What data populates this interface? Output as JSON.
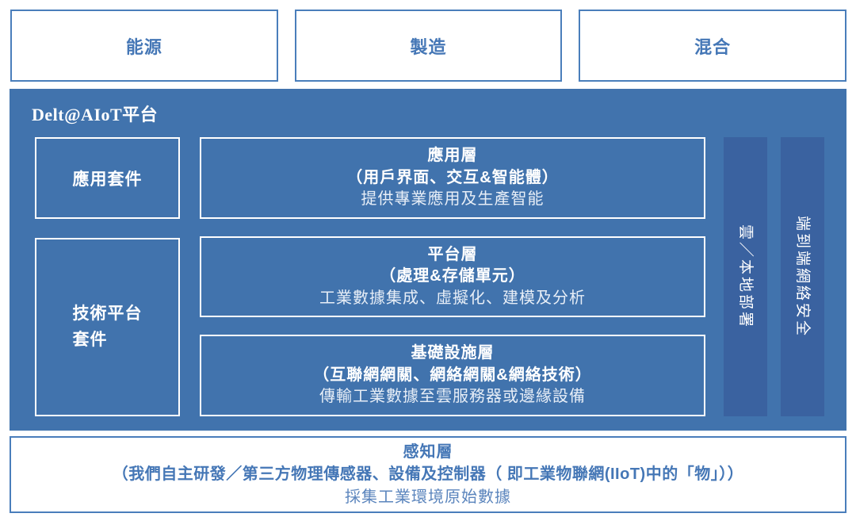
{
  "colors": {
    "platform_background": "#4173ad",
    "side_bar_background": "#3a62a0",
    "outline_blue": "#4a7ebb",
    "text_blue": "#4577b6",
    "white": "#ffffff"
  },
  "top_row": [
    {
      "label": "能源"
    },
    {
      "label": "製造"
    },
    {
      "label": "混合"
    }
  ],
  "platform": {
    "title": "Delt@AIoT平台",
    "suites": [
      {
        "label": "應用套件"
      },
      {
        "label_line1": "技術平台",
        "label_line2": "套件"
      }
    ],
    "layers": [
      {
        "title": "應用層",
        "subtitle": "（用戶界面、交互&智能體）",
        "desc": "提供專業應用及生產智能"
      },
      {
        "title": "平台層",
        "subtitle": "（處理&存儲單元）",
        "desc": "工業數據集成、虛擬化、建模及分析"
      },
      {
        "title": "基礎設施層",
        "subtitle": "（互聯網網關、網絡網關&網絡技術）",
        "desc": "傳輸工業數據至雲服務器或邊緣設備"
      }
    ],
    "side_bars": [
      {
        "label": "雲／本地部署"
      },
      {
        "label": "端到端網絡安全"
      }
    ]
  },
  "perception": {
    "title": "感知層",
    "subtitle": "（我們自主研發／第三方物理傳感器、設備及控制器（ 即工業物聯網(IIoT)中的「物」））",
    "desc": "採集工業環境原始數據"
  }
}
